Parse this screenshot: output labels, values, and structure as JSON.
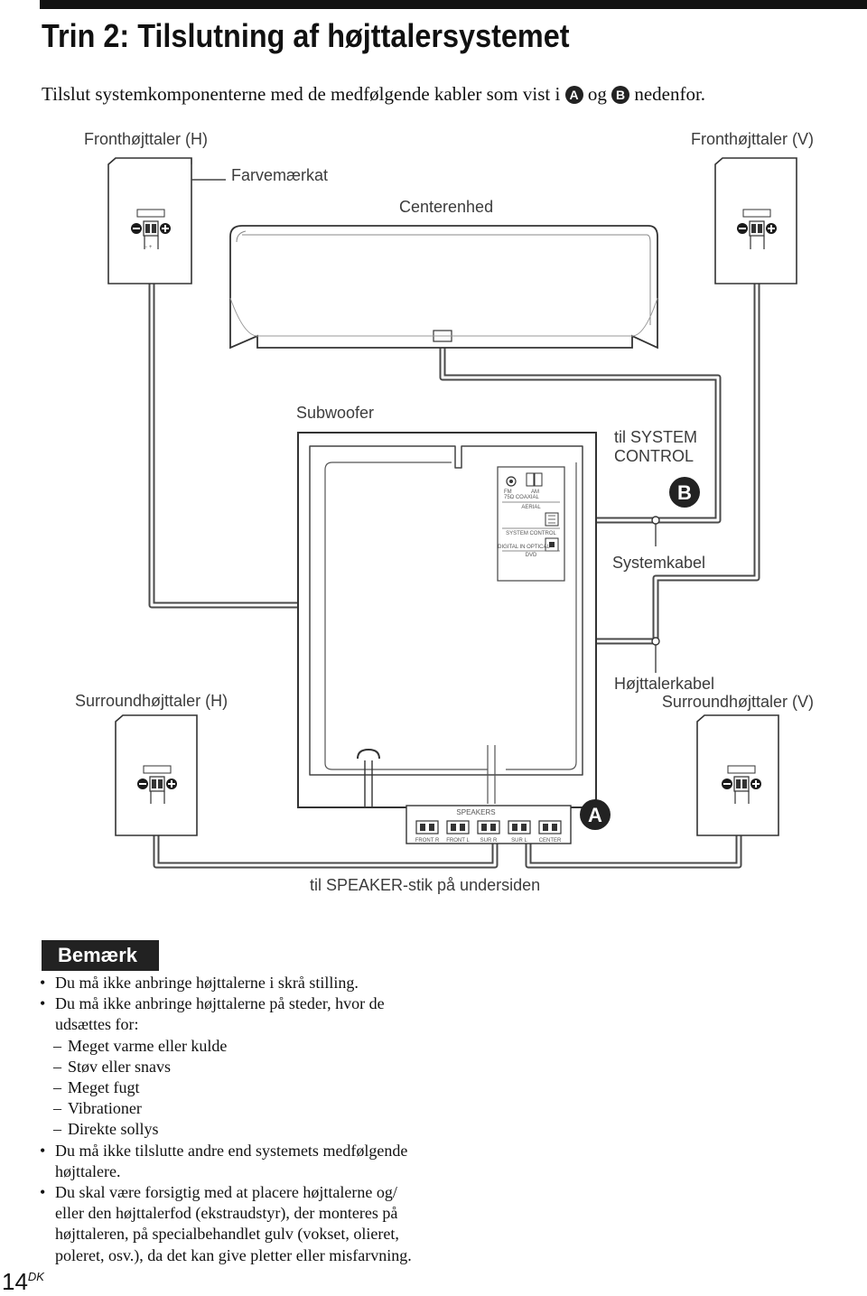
{
  "page": {
    "title": "Trin 2: Tilslutning af højttalersystemet",
    "intro_before": "Tilslut systemkomponenterne med de medfølgende kabler som vist i",
    "badge_a": "A",
    "intro_middle": "og",
    "badge_b": "B",
    "intro_after": "nedenfor.",
    "page_number": "14",
    "page_suffix": "DK"
  },
  "diagram": {
    "labels": {
      "front_right": "Fronthøjttaler (H)",
      "front_left": "Fronthøjttaler (V)",
      "color_mark": "Farvemærkat",
      "center_unit": "Centerenhed",
      "subwoofer": "Subwoofer",
      "system_control_line1": "til SYSTEM",
      "system_control_line2": "CONTROL",
      "system_cable": "Systemkabel",
      "surround_right": "Surroundhøjttaler (H)",
      "speaker_cable": "Højttalerkabel",
      "surround_left": "Surroundhøjttaler (V)",
      "speaker_jack_bottom": "til SPEAKER-stik på undersiden"
    },
    "badges": {
      "a": "A",
      "b": "B"
    },
    "panel": {
      "fm": "FM",
      "coaxial": "75Ω COAXIAL",
      "am": "AM",
      "aerial": "AERIAL",
      "system_control": "SYSTEM CONTROL",
      "digital_in": "DIGITAL IN OPTICAL",
      "dvd": "DVD"
    },
    "speakers_panel": {
      "title": "SPEAKERS",
      "terminals": [
        "FRONT R",
        "FRONT L",
        "SUR R",
        "SUR L",
        "CENTER"
      ]
    }
  },
  "notes": {
    "heading": "Bemærk",
    "item1": "Du må ikke anbringe højttalerne i skrå stilling.",
    "item2_line1": "Du må ikke anbringe højttalerne på steder, hvor de",
    "item2_line2": "udsættes for:",
    "sub_items": [
      "Meget varme eller kulde",
      "Støv eller snavs",
      "Meget fugt",
      "Vibrationer",
      "Direkte sollys"
    ],
    "item3_line1": "Du må ikke tilslutte andre end systemets medfølgende",
    "item3_line2": "højttalere.",
    "item4_lines": [
      "Du skal være forsigtig med at placere højttalerne og/",
      "eller den højttalerfod (ekstraudstyr), der monteres på",
      "højttaleren, på specialbehandlet gulv (vokset, olieret,",
      "poleret, osv.), da det kan give pletter eller misfarvning."
    ]
  }
}
